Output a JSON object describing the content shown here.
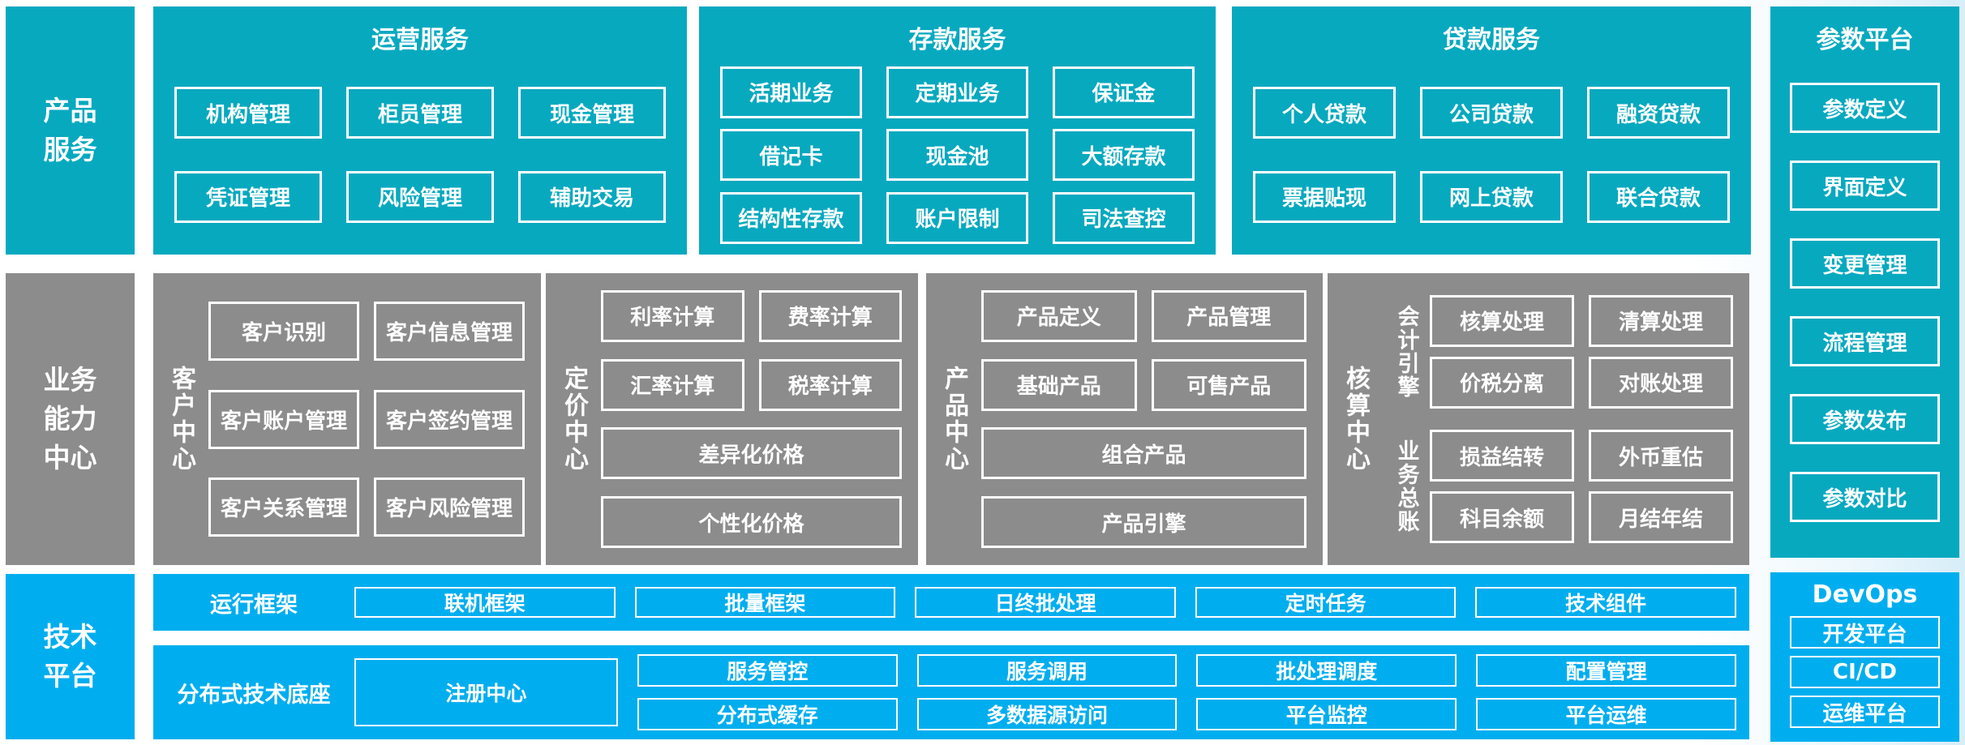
{
  "palette": {
    "teal": "#07a9bf",
    "gray": "#8c8c8c",
    "blue": "#00aeef",
    "text": "#ffffff"
  },
  "rails": {
    "product_services": "产品\n服务",
    "business_capability": "业务\n能力\n中心",
    "tech_platform": "技术\n平台"
  },
  "top_sections": [
    {
      "title": "运营服务",
      "items": [
        "机构管理",
        "柜员管理",
        "现金管理",
        "凭证管理",
        "风险管理",
        "辅助交易"
      ]
    },
    {
      "title": "存款服务",
      "items": [
        "活期业务",
        "定期业务",
        "保证金",
        "借记卡",
        "现金池",
        "大额存款",
        "结构性存款",
        "账户限制",
        "司法查控"
      ]
    },
    {
      "title": "贷款服务",
      "items": [
        "个人贷款",
        "公司贷款",
        "融资贷款",
        "票据贴现",
        "网上贷款",
        "联合贷款"
      ]
    }
  ],
  "param_platform": {
    "title": "参数平台",
    "items": [
      "参数定义",
      "界面定义",
      "变更管理",
      "流程管理",
      "参数发布",
      "参数对比"
    ]
  },
  "capability_centers": {
    "customer": {
      "label": "客户中心",
      "items": [
        "客户识别",
        "客户信息管理",
        "客户账户管理",
        "客户签约管理",
        "客户关系管理",
        "客户风险管理"
      ]
    },
    "pricing": {
      "label": "定价中心",
      "items": [
        "利率计算",
        "费率计算",
        "汇率计算",
        "税率计算"
      ],
      "wide_items": [
        "差异化价格",
        "个性化价格"
      ]
    },
    "product": {
      "label": "产品中心",
      "items": [
        "产品定义",
        "产品管理",
        "基础产品",
        "可售产品"
      ],
      "wide_items": [
        "组合产品",
        "产品引擎"
      ]
    },
    "accounting": {
      "label": "核算中心",
      "groups": [
        {
          "label": "会计引擎",
          "items": [
            "核算处理",
            "清算处理",
            "价税分离",
            "对账处理"
          ]
        },
        {
          "label": "业务总账",
          "items": [
            "损益结转",
            "外币重估",
            "科目余额",
            "月结年结"
          ]
        }
      ]
    }
  },
  "runtime_row": {
    "label": "运行框架",
    "items": [
      "联机框架",
      "批量框架",
      "日终批处理",
      "定时任务",
      "技术组件"
    ]
  },
  "distributed_row": {
    "label": "分布式技术底座",
    "registry": "注册中心",
    "grid": [
      [
        "服务管控",
        "分布式缓存"
      ],
      [
        "服务调用",
        "多数据源访问"
      ],
      [
        "批处理调度",
        "平台监控"
      ],
      [
        "配置管理",
        "平台运维"
      ]
    ]
  },
  "devops": {
    "title": "DevOps",
    "items": [
      "开发平台",
      "CI/CD",
      "运维平台"
    ]
  }
}
